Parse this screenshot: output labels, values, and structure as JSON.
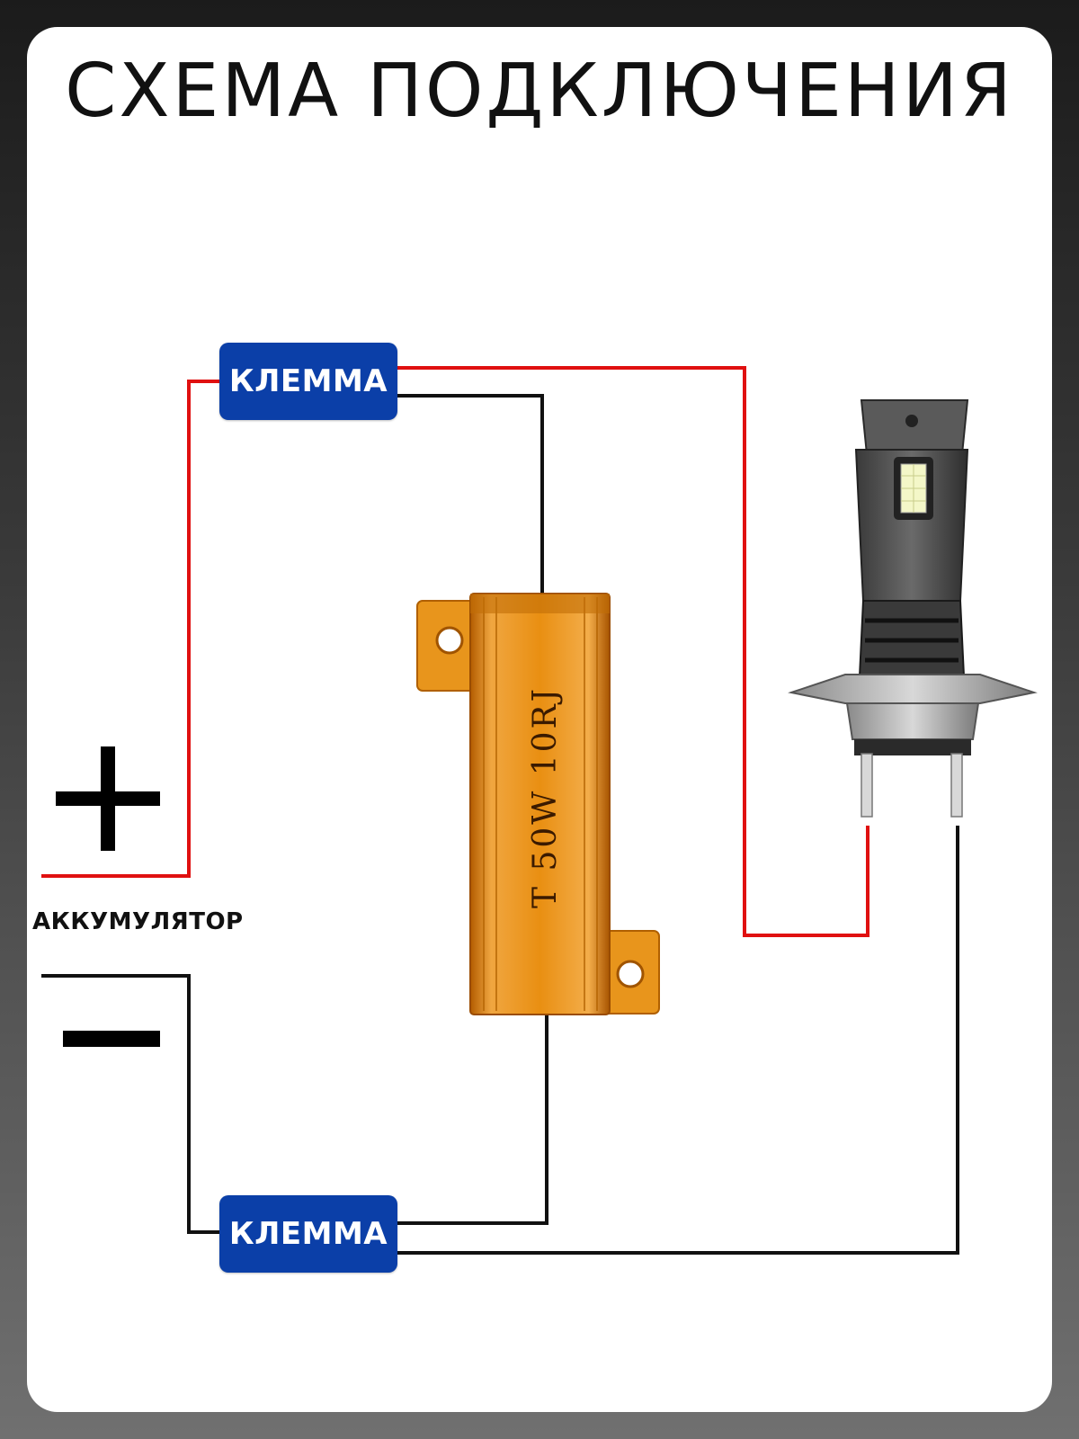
{
  "title": "СХЕМА ПОДКЛЮЧЕНИЯ",
  "terminals": {
    "top": "КЛЕММА",
    "bottom": "КЛЕММА"
  },
  "battery": {
    "label": "АККУМУЛЯТОР",
    "plus": "+",
    "minus": "−"
  },
  "resistor": {
    "marking": "T 50W 10RJ"
  },
  "colors": {
    "positive_wire": "#e01010",
    "negative_wire": "#111111",
    "terminal": "#0b3fa8",
    "resistor_body": "#e08a10"
  },
  "icons": {
    "resistor": "load-resistor-icon",
    "bulb": "h7-led-bulb-icon"
  }
}
